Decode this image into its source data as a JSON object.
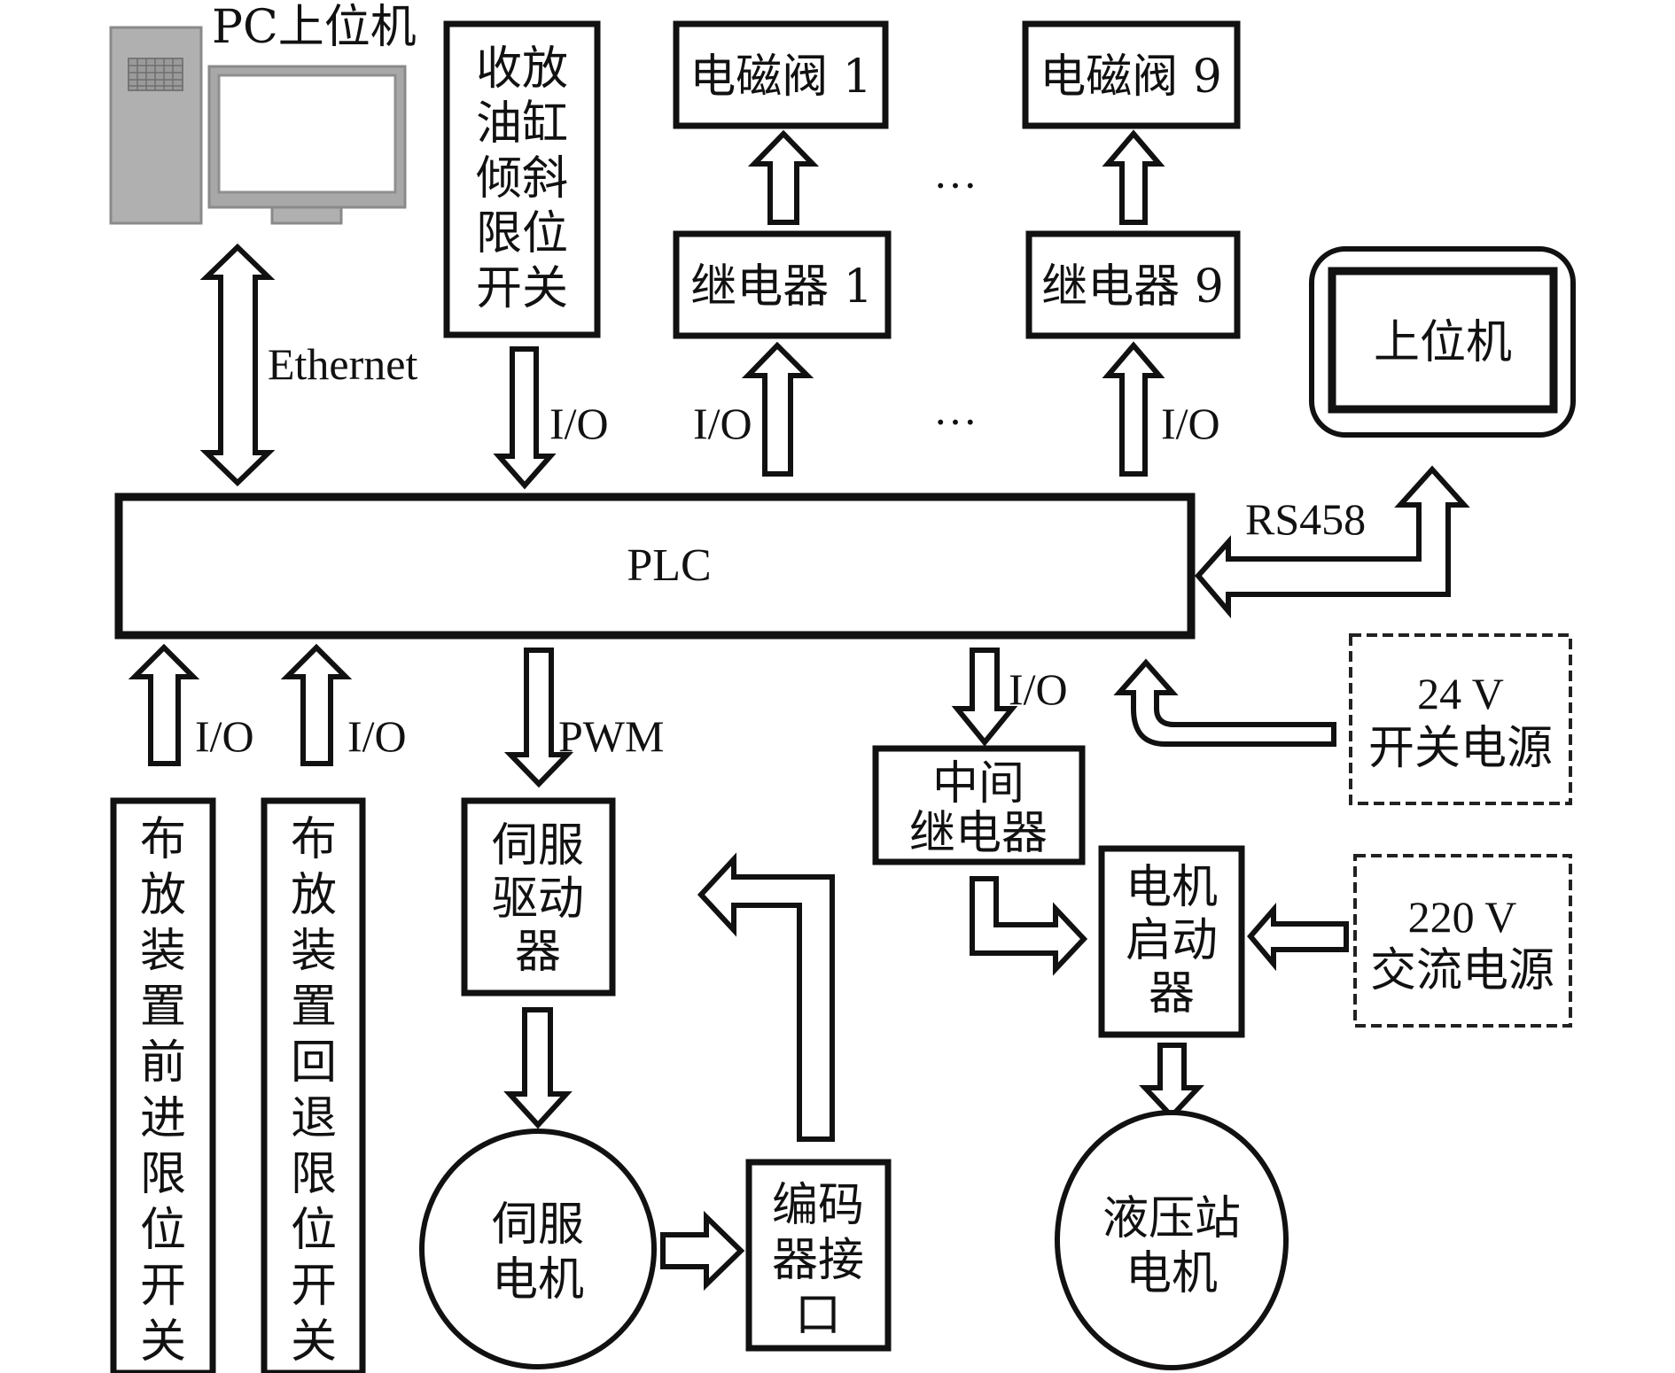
{
  "diagram": {
    "pc_host": {
      "label": "PC上位机",
      "link_label": "Ethernet"
    },
    "plc": {
      "label": "PLC"
    },
    "tilt_limit_switch": {
      "lines": [
        "收放",
        "油缸",
        "倾斜",
        "限位",
        "开关"
      ],
      "link_label": "I/O"
    },
    "solenoid_valve_1": {
      "label": "电磁阀 1"
    },
    "solenoid_valve_9": {
      "label": "电磁阀 9"
    },
    "relay_1": {
      "label": "继电器 1",
      "link_label": "I/O"
    },
    "relay_9": {
      "label": "继电器 9",
      "link_label": "I/O"
    },
    "ellipsis": [
      "…",
      "…"
    ],
    "hmi": {
      "label": "上位机",
      "link_label": "RS458"
    },
    "power_24v": {
      "lines": [
        "24 V",
        "开关电源"
      ]
    },
    "power_220v": {
      "lines": [
        "220 V",
        "交流电源"
      ]
    },
    "forward_limit": {
      "lines": [
        "布",
        "放",
        "装",
        "置",
        "前",
        "进",
        "限",
        "位",
        "开",
        "关"
      ],
      "link_label": "I/O"
    },
    "return_limit": {
      "lines": [
        "布",
        "放",
        "装",
        "置",
        "回",
        "退",
        "限",
        "位",
        "开",
        "关"
      ],
      "link_label": "I/O"
    },
    "servo_driver": {
      "lines": [
        "伺服",
        "驱动",
        "器"
      ],
      "link_label": "PWM"
    },
    "servo_motor": {
      "lines": [
        "伺服",
        "电机"
      ]
    },
    "encoder": {
      "lines": [
        "编码",
        "器接",
        "口"
      ]
    },
    "intermediate_relay": {
      "lines": [
        "中间",
        "继电器"
      ],
      "link_label": "I/O"
    },
    "motor_starter": {
      "lines": [
        "电机",
        "启动",
        "器"
      ]
    },
    "hydraulic_motor": {
      "lines": [
        "液压站",
        "电机"
      ]
    }
  }
}
